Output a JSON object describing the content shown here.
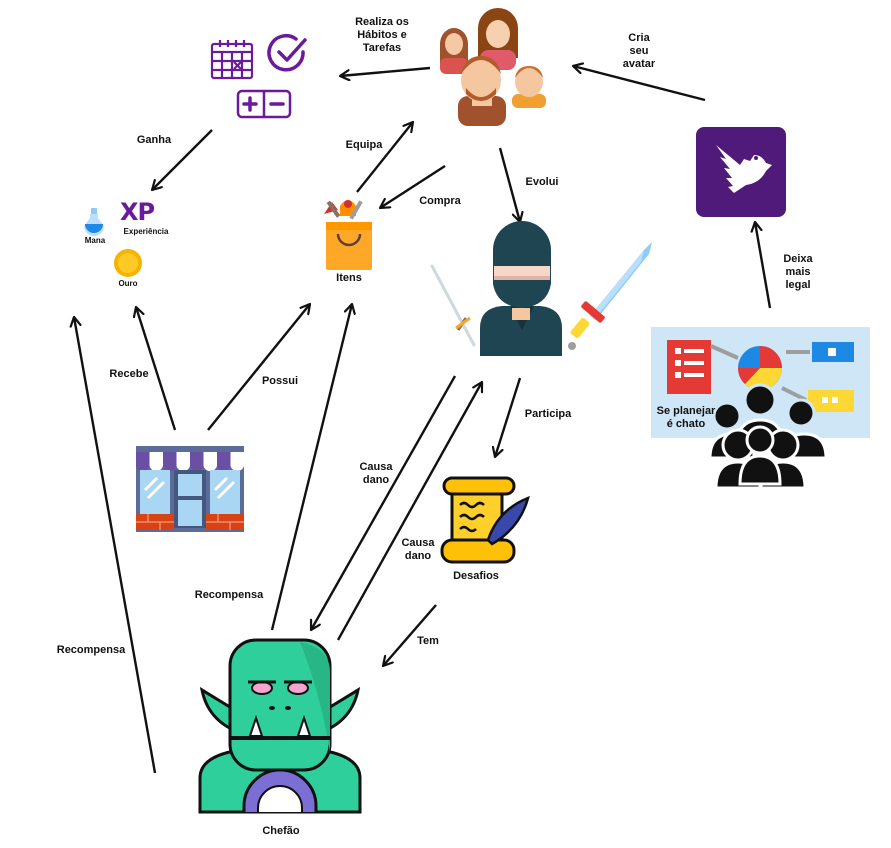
{
  "colors": {
    "purple": "#6a1b9a",
    "habitica": "#4f1a7a",
    "ninja": "#1f4452",
    "orc": "#2fcf9b",
    "scroll": "#ffd02b",
    "store_blue": "#a9d6f2",
    "board_bg": "#cfe6f7",
    "arrow": "#111111"
  },
  "nodes": {
    "habits": {
      "icon_names": [
        "calendar-icon",
        "check-circle-icon",
        "plus-minus-icon"
      ]
    },
    "users": {
      "icon_name": "family-icon"
    },
    "habitica": {
      "icon_name": "habitica-griffin-icon"
    },
    "rewards": {
      "xp": "XP",
      "xp_sub": "Experiência",
      "mana": "Mana",
      "gold": "Ouro"
    },
    "items": {
      "label": "Itens"
    },
    "ninja": {
      "icon_name": "ninja-avatar-icon"
    },
    "planning": {
      "label": "Se planejar\né chato"
    },
    "store": {
      "icon_name": "store-icon"
    },
    "challenges": {
      "label": "Desafios"
    },
    "boss": {
      "label": "Chefão"
    }
  },
  "edges": {
    "realiza": "Realiza os\nHábitos e\nTarefas",
    "cria": "Cria\nseu\navatar",
    "ganha": "Ganha",
    "equipa": "Equipa",
    "compra": "Compra",
    "evolui": "Evolui",
    "deixa": "Deixa\nmais\nlegal",
    "recebe": "Recebe",
    "possui": "Possui",
    "participa": "Participa",
    "causa1": "Causa\ndano",
    "causa2": "Causa\ndano",
    "recompensa1": "Recompensa",
    "recompensa2": "Recompensa",
    "tem": "Tem"
  }
}
